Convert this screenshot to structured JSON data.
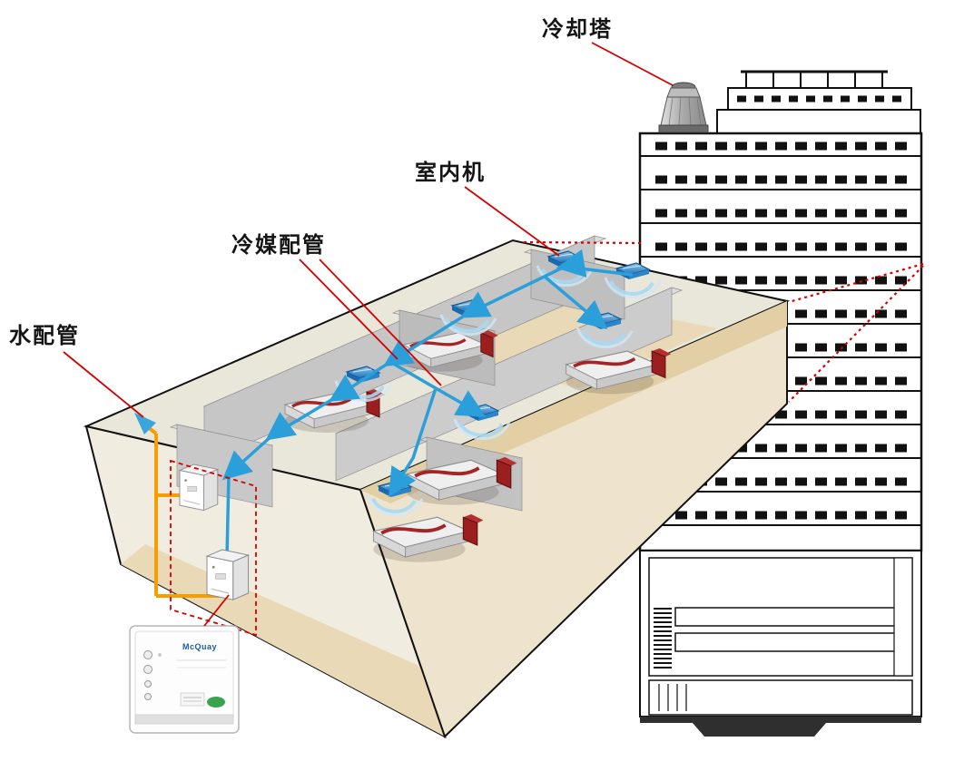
{
  "diagram": {
    "labels": {
      "cooling_tower": "冷却塔",
      "indoor_unit": "室内机",
      "refrigerant_piping": "冷媒配管",
      "water_piping": "水配管"
    },
    "product": {
      "brand": "McQuay"
    },
    "colors": {
      "leader_red": "#d40000",
      "refrigerant_blue": "#2b9fd9",
      "water_orange": "#f59e00",
      "building_line": "#111111",
      "wall_gray": "#c6c6c6",
      "floor_tan": "#ead9b6",
      "cassette_blue": "#1f7cc4"
    }
  }
}
